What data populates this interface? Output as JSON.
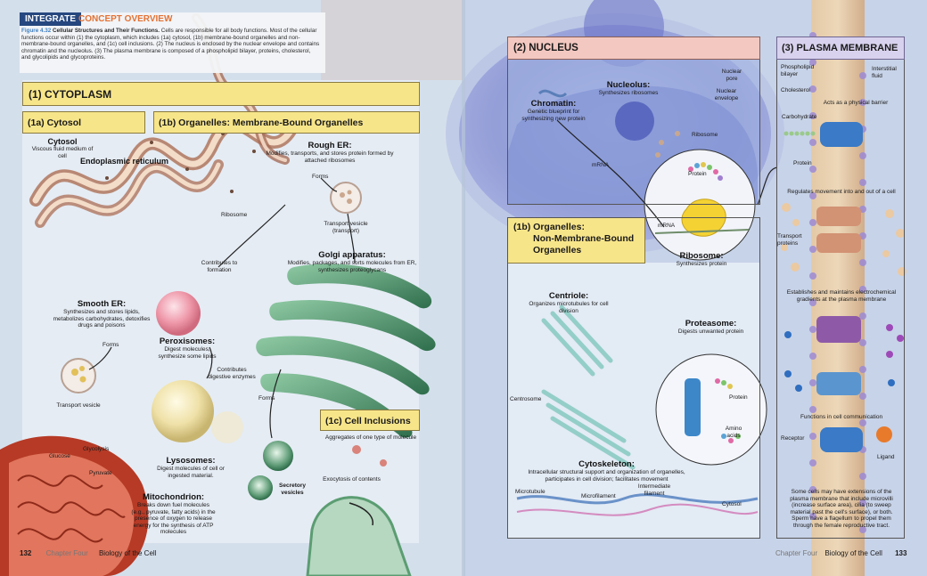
{
  "header": {
    "badge": "INTEGRATE",
    "concept": "CONCEPT OVERVIEW",
    "figure_label": "Figure 4.32",
    "figure_title": "Cellular Structures and Their Functions.",
    "intro": "Cells are responsible for all body functions. Most of the cellular functions occur within (1) the cytoplasm, which includes (1a) cytosol, (1b) membrane-bound organelles and non-membrane-bound organelles, and (1c) cell inclusions. (2) The nucleus is enclosed by the nuclear envelope and contains chromatin and the nucleolus. (3) The plasma membrane is composed of a phospholipid bilayer, proteins, cholesterol, and glycolipids and glycoproteins."
  },
  "cytoplasm": {
    "title": "(1) CYTOPLASM",
    "cytosol_header": "(1a) Cytosol",
    "organelles_header": "(1b) Organelles: Membrane-Bound Organelles",
    "cytosol": {
      "title": "Cytosol",
      "desc": "Viscous fluid medium of cell"
    },
    "er_label": "Endoplasmic reticulum",
    "ribosome_label": "Ribosome",
    "rough_er": {
      "title": "Rough ER:",
      "desc": "Modifies, transports, and stores protein formed by attached ribosomes"
    },
    "forms1": "Forms",
    "transport_vesicle_transport": "Transport vesicle (transport)",
    "golgi": {
      "title": "Golgi apparatus:",
      "desc": "Modifies, packages, and sorts molecules from ER, synthesizes proteoglycans"
    },
    "contributes_formation": "Contributes to formation",
    "smooth_er": {
      "title": "Smooth ER:",
      "desc": "Synthesizes and stores lipids, metabolizes carbohydrates, detoxifies drugs and poisons"
    },
    "forms2": "Forms",
    "transport_vesicle": "Transport vesicle",
    "peroxisomes": {
      "title": "Peroxisomes:",
      "desc": "Digest molecules, synthesize some lipids"
    },
    "contributes_enzymes": "Contributes digestive enzymes",
    "forms3": "Forms",
    "lysosomes": {
      "title": "Lysosomes:",
      "desc": "Digest molecules of cell or ingested material."
    },
    "mitochondrion": {
      "title": "Mitochondrion:",
      "desc": "Breaks down fuel molecules (e.g., pyruvate, fatty acids) in the presence of oxygen to release energy for the synthesis of ATP molecules"
    },
    "glycolysis": "Glycolysis",
    "glucose": "Glucose",
    "pyruvate": "Pyruvate",
    "inclusions_header": "(1c) Cell Inclusions",
    "inclusions_desc": "Aggregates of one type of molecule",
    "secretory": "Secretory vesicles",
    "exocytosis": "Exocytosis of contents"
  },
  "nucleus": {
    "title": "(2) NUCLEUS",
    "nuclear_pore": "Nuclear pore",
    "nuclear_envelope": "Nuclear envelope",
    "nucleolus": {
      "title": "Nucleolus:",
      "desc": "Synthesizes ribosomes"
    },
    "chromatin": {
      "title": "Chromatin:",
      "desc": "Genetic blueprint for synthesizing new protein"
    },
    "ribosome": "Ribosome",
    "mrna": "mRNA",
    "protein": "Protein"
  },
  "nonmembrane": {
    "title_line1": "(1b) Organelles:",
    "title_line2": "Non-Membrane-Bound",
    "title_line3": "Organelles",
    "mrna": "mRNA",
    "ribosome": {
      "title": "Ribosome:",
      "desc": "Synthesizes protein"
    },
    "centriole": {
      "title": "Centriole:",
      "desc": "Organizes microtubules for cell division"
    },
    "proteasome": {
      "title": "Proteasome:",
      "desc": "Digests unwanted protein"
    },
    "centrosome": "Centrosome",
    "protein": "Protein",
    "amino_acids": "Amino acids",
    "cytoskeleton": {
      "title": "Cytoskeleton:",
      "desc": "Intracellular structural support and organization of organelles, participates in cell division; facilitates movement"
    },
    "microtubule": "Microtubule",
    "microfilament": "Microfilament",
    "intermediate": "Intermediate filament",
    "cytosol": "Cytosol"
  },
  "membrane": {
    "title": "(3) PLASMA MEMBRANE",
    "phospholipid": "Phospholipid bilayer",
    "interstitial": "Interstitial fluid",
    "cholesterol": "Cholesterol",
    "barrier": "Acts as a physical barrier",
    "carbohydrate": "Carbohydrate",
    "protein": "Protein",
    "regulates": "Regulates movement into and out of a cell",
    "transport": "Transport proteins",
    "gradients": "Establishes and maintains electrochemical gradients at the plasma membrane",
    "communication": "Functions in cell communication",
    "receptor": "Receptor",
    "ligand": "Ligand",
    "note": "Some cells may have extensions of the plasma membrane that include microvilli (increase surface area), cilia (to sweep material past the cell's surface), or both. Sperm have a flagellum to propel them through the female reproductive tract."
  },
  "footer": {
    "left_page": "132",
    "left_chapter": "Chapter Four",
    "left_title": "Biology of the Cell",
    "right_chapter": "Chapter Four",
    "right_title": "Biology of the Cell",
    "right_page": "133"
  },
  "colors": {
    "yellow": "#f7e58a",
    "pink": "#f3c8c0",
    "lavender": "#d9d2ee",
    "badge": "#1d3f7a",
    "concept": "#e46c2b"
  }
}
